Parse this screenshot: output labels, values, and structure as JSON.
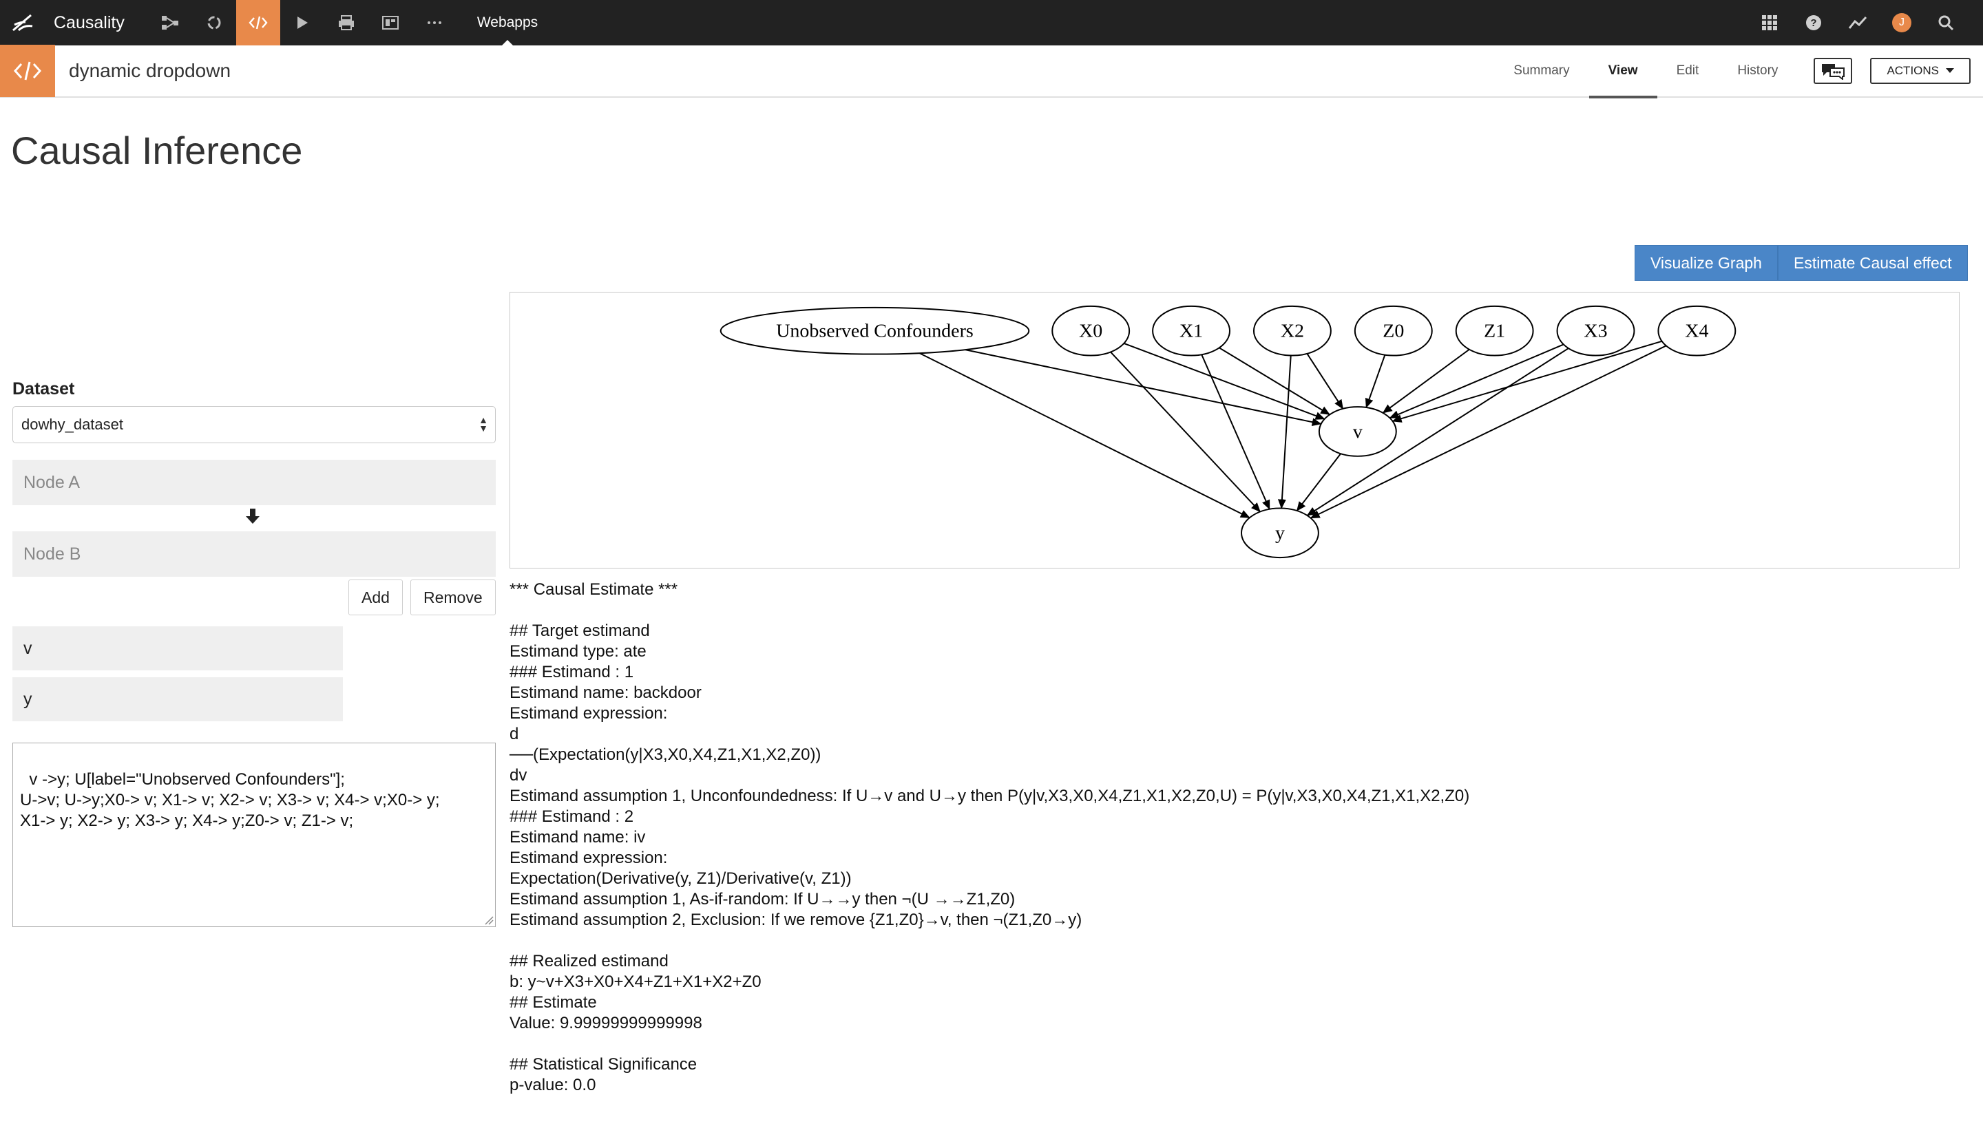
{
  "topbar": {
    "project_name": "Causality",
    "section_label": "Webapps",
    "avatar_initial": "J",
    "accent": "#e8894a"
  },
  "subbar": {
    "title": "dynamic dropdown",
    "tabs": [
      {
        "label": "Summary"
      },
      {
        "label": "View"
      },
      {
        "label": "Edit"
      },
      {
        "label": "History"
      }
    ],
    "actions_label": "ACTIONS"
  },
  "page": {
    "title": "Causal Inference",
    "visualize_button": "Visualize Graph",
    "estimate_button": "Estimate Causal effect"
  },
  "form": {
    "dataset_label": "Dataset",
    "dataset_value": "dowhy_dataset",
    "node_a_placeholder": "Node A",
    "node_b_placeholder": "Node B",
    "add_label": "Add",
    "remove_label": "Remove",
    "selected_nodes": [
      "v",
      "y"
    ],
    "graph_text": "v ->y; U[label=\"Unobserved Confounders\"];\nU->v; U->y;X0-> v; X1-> v; X2-> v; X3-> v; X4-> v;X0-> y;\nX1-> y; X2-> y; X3-> y; X4-> y;Z0-> v; Z1-> v;"
  },
  "graph": {
    "nodes": [
      {
        "id": "U",
        "label": "Unobserved Confounders"
      },
      {
        "id": "X0",
        "label": "X0"
      },
      {
        "id": "X1",
        "label": "X1"
      },
      {
        "id": "X2",
        "label": "X2"
      },
      {
        "id": "Z0",
        "label": "Z0"
      },
      {
        "id": "Z1",
        "label": "Z1"
      },
      {
        "id": "X3",
        "label": "X3"
      },
      {
        "id": "X4",
        "label": "X4"
      },
      {
        "id": "v",
        "label": "v"
      },
      {
        "id": "y",
        "label": "y"
      }
    ],
    "edges": [
      [
        "U",
        "v"
      ],
      [
        "U",
        "y"
      ],
      [
        "X0",
        "v"
      ],
      [
        "X1",
        "v"
      ],
      [
        "X2",
        "v"
      ],
      [
        "Z0",
        "v"
      ],
      [
        "Z1",
        "v"
      ],
      [
        "X3",
        "v"
      ],
      [
        "X4",
        "v"
      ],
      [
        "X0",
        "y"
      ],
      [
        "X1",
        "y"
      ],
      [
        "X2",
        "y"
      ],
      [
        "X3",
        "y"
      ],
      [
        "X4",
        "y"
      ],
      [
        "v",
        "y"
      ]
    ]
  },
  "output_lines": [
    "*** Causal Estimate ***",
    "",
    "## Target estimand",
    "Estimand type: ate",
    "### Estimand : 1",
    "Estimand name: backdoor",
    "Estimand expression:",
    "d",
    "──(Expectation(y|X3,X0,X4,Z1,X1,X2,Z0))",
    "dv",
    "Estimand assumption 1, Unconfoundedness: If U→v and U→y then P(y|v,X3,X0,X4,Z1,X1,X2,Z0,U) = P(y|v,X3,X0,X4,Z1,X1,X2,Z0)",
    "### Estimand : 2",
    "Estimand name: iv",
    "Estimand expression:",
    "Expectation(Derivative(y, Z1)/Derivative(v, Z1))",
    "Estimand assumption 1, As-if-random: If U→→y then ¬(U →→Z1,Z0)",
    "Estimand assumption 2, Exclusion: If we remove {Z1,Z0}→v, then ¬(Z1,Z0→y)",
    "",
    "## Realized estimand",
    "b: y~v+X3+X0+X4+Z1+X1+X2+Z0",
    "## Estimate",
    "Value: 9.99999999999998",
    "",
    "## Statistical Significance",
    "p-value: 0.0"
  ]
}
